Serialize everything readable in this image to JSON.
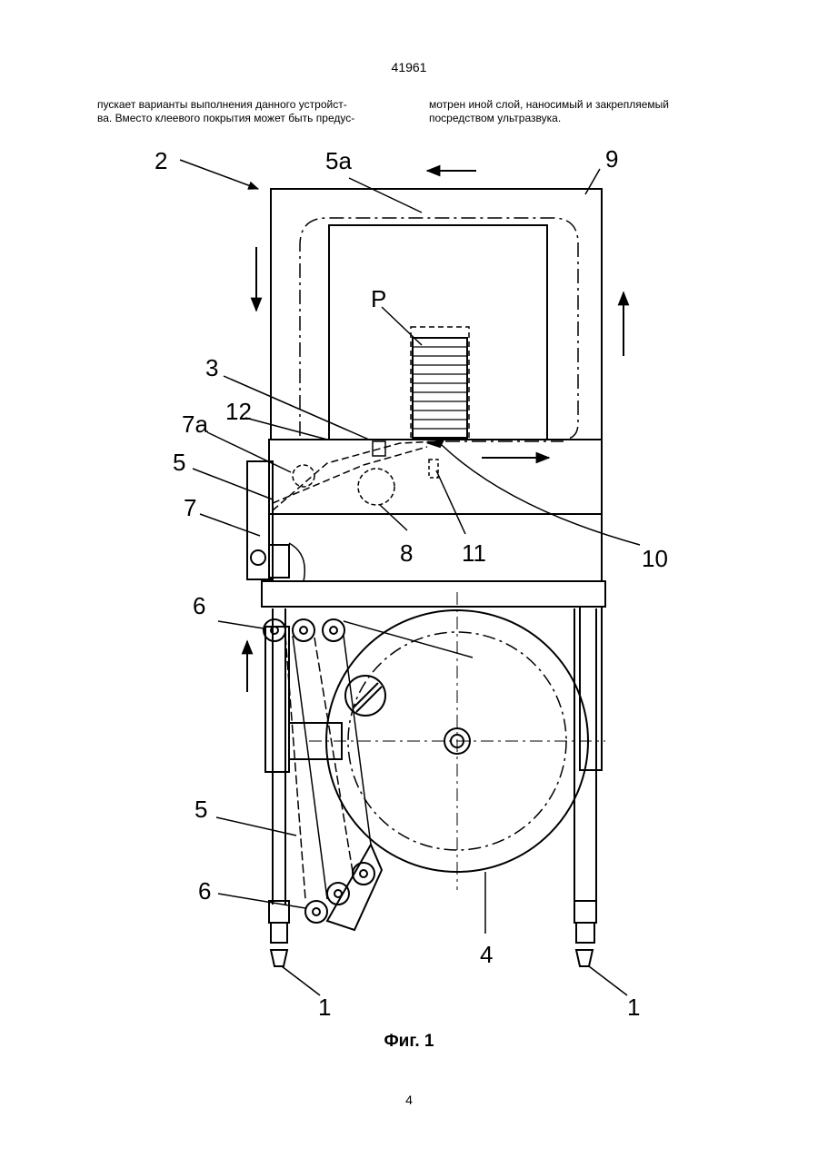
{
  "header": {
    "doc_number": "41961"
  },
  "text": {
    "left_column": [
      "пускает варианты выполнения данного устройст-",
      "ва. Вместо клеевого покрытия может быть предус-"
    ],
    "right_column": [
      "мотрен иной слой, наносимый и закрепляемый",
      "посредством ультразвука."
    ]
  },
  "figure": {
    "labels": {
      "l2": "2",
      "l5a": "5a",
      "l9": "9",
      "lP": "P",
      "l3": "3",
      "l12": "12",
      "l7a": "7a",
      "l5_top": "5",
      "l7": "7",
      "l8": "8",
      "l11": "11",
      "l10": "10",
      "l6_top": "6",
      "l5_bottom": "5",
      "l6_bottom": "6",
      "l4": "4",
      "l1_left": "1",
      "l1_right": "1"
    },
    "caption": "Фиг. 1"
  },
  "footer": {
    "page_number": "4"
  }
}
